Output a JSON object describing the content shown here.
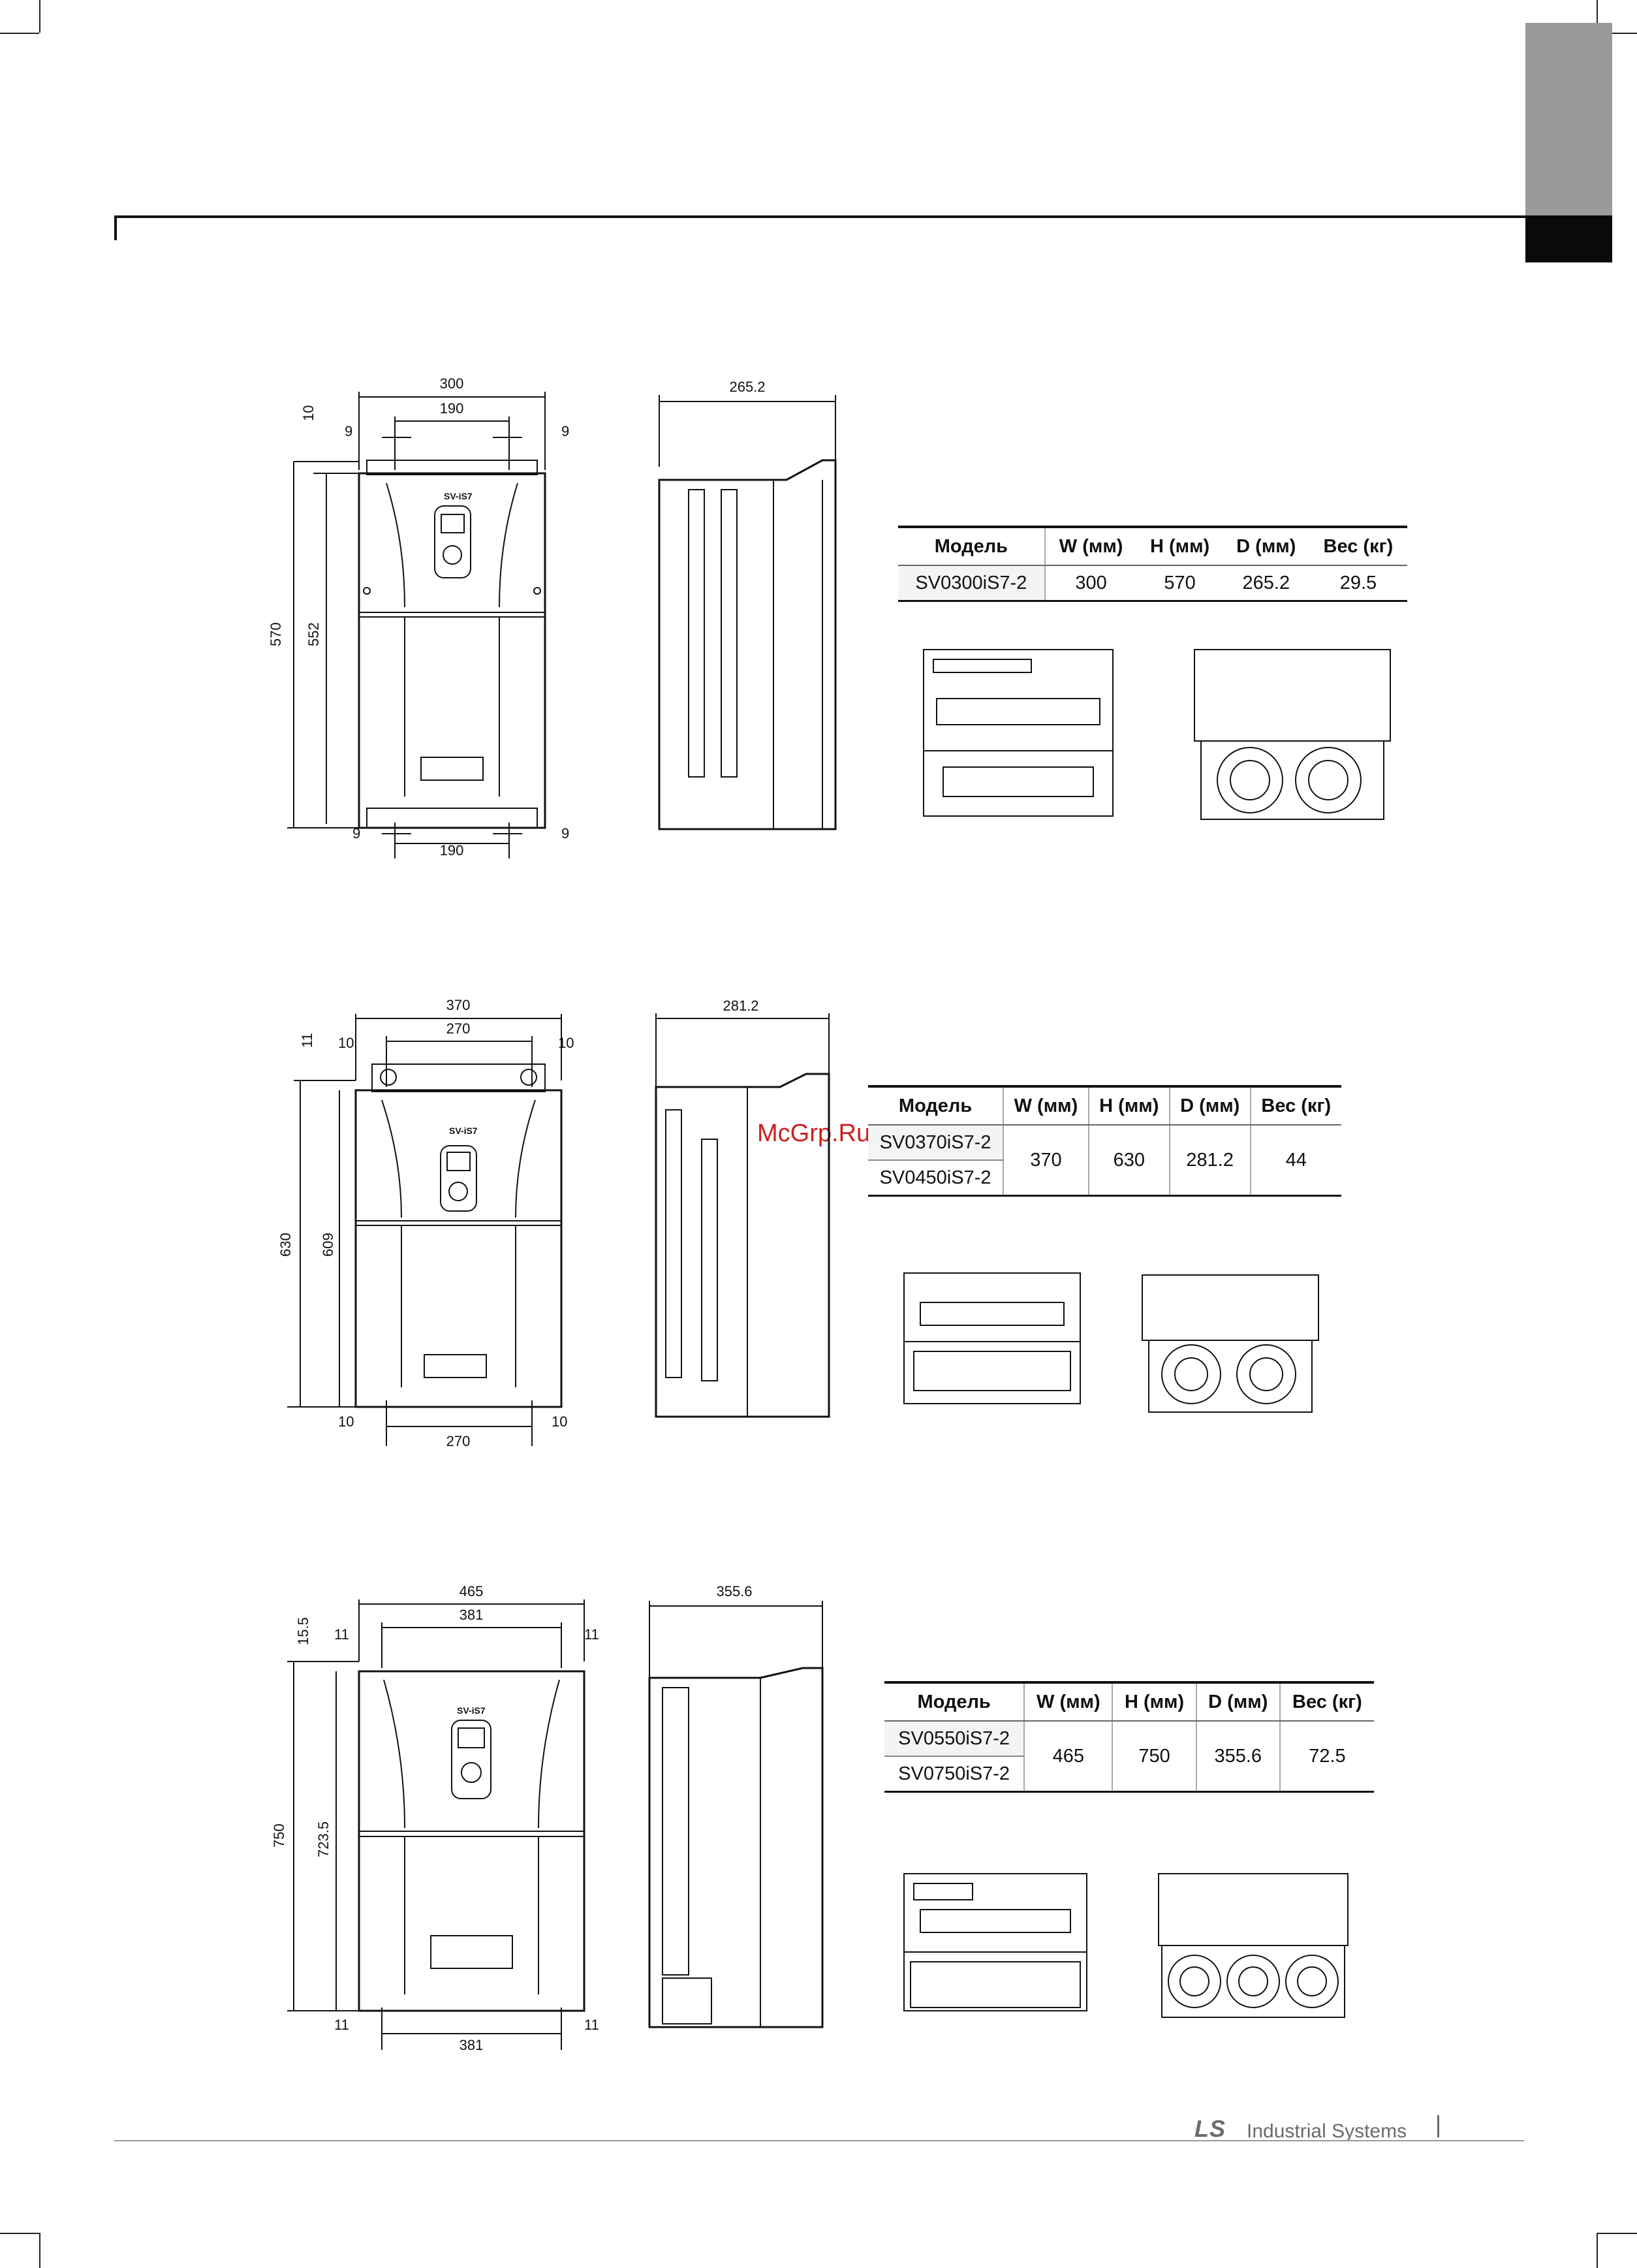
{
  "page": {
    "footer_logo": "LS",
    "footer_brand": "Industrial Systems",
    "watermark": "McGrp.Ru"
  },
  "table_headers": [
    "Модель",
    "W (мм)",
    "H (мм)",
    "D (мм)",
    "Вес (кг)"
  ],
  "frames": [
    {
      "panel_label": "SV-iS7",
      "front_dims": {
        "width": "300",
        "mount_top": "190",
        "mount_bottom": "190",
        "side_top_l": "9",
        "side_top_r": "9",
        "side_bot_l": "9",
        "side_bot_r": "9",
        "top_offset": "10",
        "height": "570",
        "mount_height": "552"
      },
      "side_depth": "265.2",
      "spec": {
        "models": [
          "SV0300iS7-2"
        ],
        "w": "300",
        "h": "570",
        "d": "265.2",
        "weight": "29.5"
      }
    },
    {
      "panel_label": "SV-iS7",
      "front_dims": {
        "width": "370",
        "mount_top": "270",
        "mount_bottom": "270",
        "side_top_l": "10",
        "side_top_r": "10",
        "side_bot_l": "10",
        "side_bot_r": "10",
        "top_offset": "11",
        "height": "630",
        "mount_height": "609"
      },
      "side_depth": "281.2",
      "spec": {
        "models": [
          "SV0370iS7-2",
          "SV0450iS7-2"
        ],
        "w": "370",
        "h": "630",
        "d": "281.2",
        "weight": "44"
      }
    },
    {
      "panel_label": "SV-iS7",
      "front_dims": {
        "width": "465",
        "mount_top": "381",
        "mount_bottom": "381",
        "side_top_l": "11",
        "side_top_r": "11",
        "side_bot_l": "11",
        "side_bot_r": "11",
        "top_offset": "15.5",
        "height": "750",
        "mount_height": "723.5"
      },
      "side_depth": "355.6",
      "spec": {
        "models": [
          "SV0550iS7-2",
          "SV0750iS7-2"
        ],
        "w": "465",
        "h": "750",
        "d": "355.6",
        "weight": "72.5"
      }
    }
  ]
}
